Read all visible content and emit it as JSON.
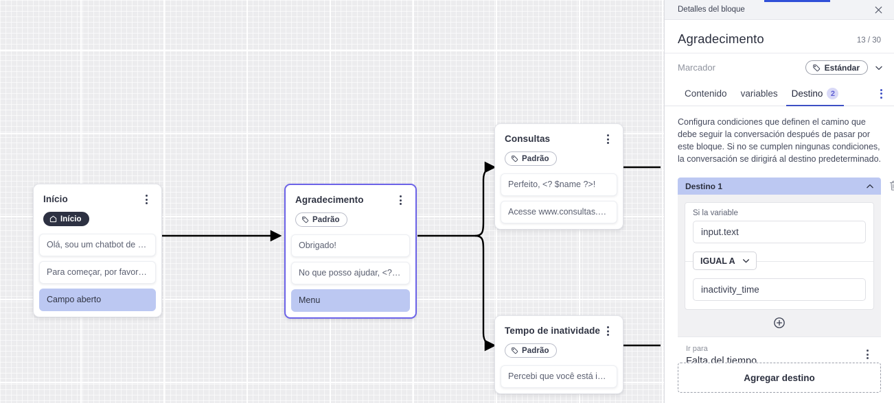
{
  "canvas": {
    "nodes": [
      {
        "id": "inicio",
        "title": "Início",
        "badge": "Início",
        "badge_type": "start",
        "badge_icon": "home-icon",
        "selected": false,
        "messages": [
          {
            "text": "Olá, sou um chatbot de teste!",
            "highlight": false
          },
          {
            "text": "Para começar, por favor digite o ...",
            "highlight": false
          },
          {
            "text": "Campo aberto",
            "highlight": true
          }
        ]
      },
      {
        "id": "agradecimento",
        "title": "Agradecimento",
        "badge": "Padrão",
        "badge_type": "default",
        "badge_icon": "tag-icon",
        "selected": true,
        "messages": [
          {
            "text": "Obrigado!",
            "highlight": false
          },
          {
            "text": "No que posso ajudar, <? $name ...",
            "highlight": false
          },
          {
            "text": "Menu",
            "highlight": true
          }
        ]
      },
      {
        "id": "consultas",
        "title": "Consultas",
        "badge": "Padrão",
        "badge_type": "default",
        "badge_icon": "tag-icon",
        "selected": false,
        "messages": [
          {
            "text": "Perfeito, <? $name ?>!",
            "highlight": false
          },
          {
            "text": "Acesse www.consultas.com par...",
            "highlight": false
          }
        ]
      },
      {
        "id": "inatividade",
        "title": "Tempo de inatividade",
        "badge": "Padrão",
        "badge_type": "default",
        "badge_icon": "tag-icon",
        "selected": false,
        "messages": [
          {
            "text": "Percebi que você está inativo. C...",
            "highlight": false
          }
        ]
      }
    ]
  },
  "panel": {
    "topbar_title": "Detalles del bloque",
    "close_icon": "close-icon",
    "block_title": "Agradecimento",
    "char_count": "13 / 30",
    "marker_label": "Marcador",
    "marker_value": "Estándar",
    "marker_icon": "tag-icon",
    "marker_chevron_icon": "chevron-down-icon",
    "tabs": [
      {
        "label": "Contenido",
        "active": false,
        "badge": ""
      },
      {
        "label": "variables",
        "active": false,
        "badge": ""
      },
      {
        "label": "Destino",
        "active": true,
        "badge": "2"
      }
    ],
    "tabs_menu_icon": "kebab-menu-icon",
    "description": "Configura condiciones que definen el camino que debe seguir la conversación después de pasar por este bloque. Si no se cumplen ningunas condiciones, la conversación se dirigirá al destino predeterminado.",
    "destination": {
      "header_label": "Destino 1",
      "collapse_icon": "chevron-up-icon",
      "delete_icon": "trash-icon",
      "condition_label": "Si la variable",
      "variable_value": "input.text",
      "operator_value": "IGUAL A",
      "operator_chevron_icon": "chevron-down-icon",
      "compare_value": "inactivity_time",
      "add_condition_icon": "plus-circle-icon",
      "goto_label": "Ir para",
      "goto_value": "Falta del tiempo",
      "goto_menu_icon": "kebab-menu-icon"
    },
    "add_destination_label": "Agregar destino"
  },
  "colors": {
    "accent": "#3d4fc4",
    "selected_node_border": "#6c63e8",
    "highlight_row": "#bcc8f2",
    "canvas_bg": "#ececee",
    "badge_dark": "#2d3142"
  }
}
